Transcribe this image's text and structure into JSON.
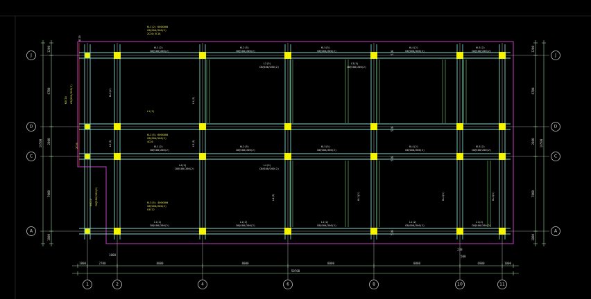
{
  "drawing": {
    "axes_horizontal": [
      "J",
      "D",
      "C",
      "A"
    ],
    "axes_vertical": [
      "1",
      "2",
      "4",
      "6",
      "8",
      "10",
      "11"
    ],
    "dims_bottom": [
      "1800",
      "2700",
      "8000",
      "8000",
      "8000",
      "8000",
      "6900",
      "1000"
    ],
    "dims_total": "50700",
    "dims_left_total": "16500",
    "dims_left": [
      "1200",
      "6700",
      "2800",
      "7000",
      "1800"
    ],
    "dims_right_total": "16500",
    "dims_right": [
      "1200",
      "6700",
      "2800",
      "7000",
      "1800"
    ],
    "small_dims": [
      "1000",
      "230",
      "520",
      "520",
      "520",
      "520",
      "500"
    ],
    "beam_labels": [
      "KL1(2)",
      "KL2(5)",
      "KL3(5)",
      "KL4(2)",
      "KL5(2)",
      "L1(2)",
      "L2(5)",
      "L3(5)",
      "L4(5)"
    ],
    "column_sections": [
      "600X600",
      "600X600",
      "400X600"
    ],
    "rebar_labels": [
      "2C20",
      "3C18",
      "4C20",
      "C8@100/200(2)",
      "G4C12",
      "N2C14"
    ],
    "colors": {
      "background": "#000000",
      "column": "#f5f500",
      "beam_cyan": "#7fd9cf",
      "beam_green": "#7bd37b",
      "axis_line": "#9aa39a",
      "magenta": "#c53fc5",
      "red": "#d33030",
      "text": "#e8e8e8",
      "text_yellow": "#e8e85a"
    }
  }
}
